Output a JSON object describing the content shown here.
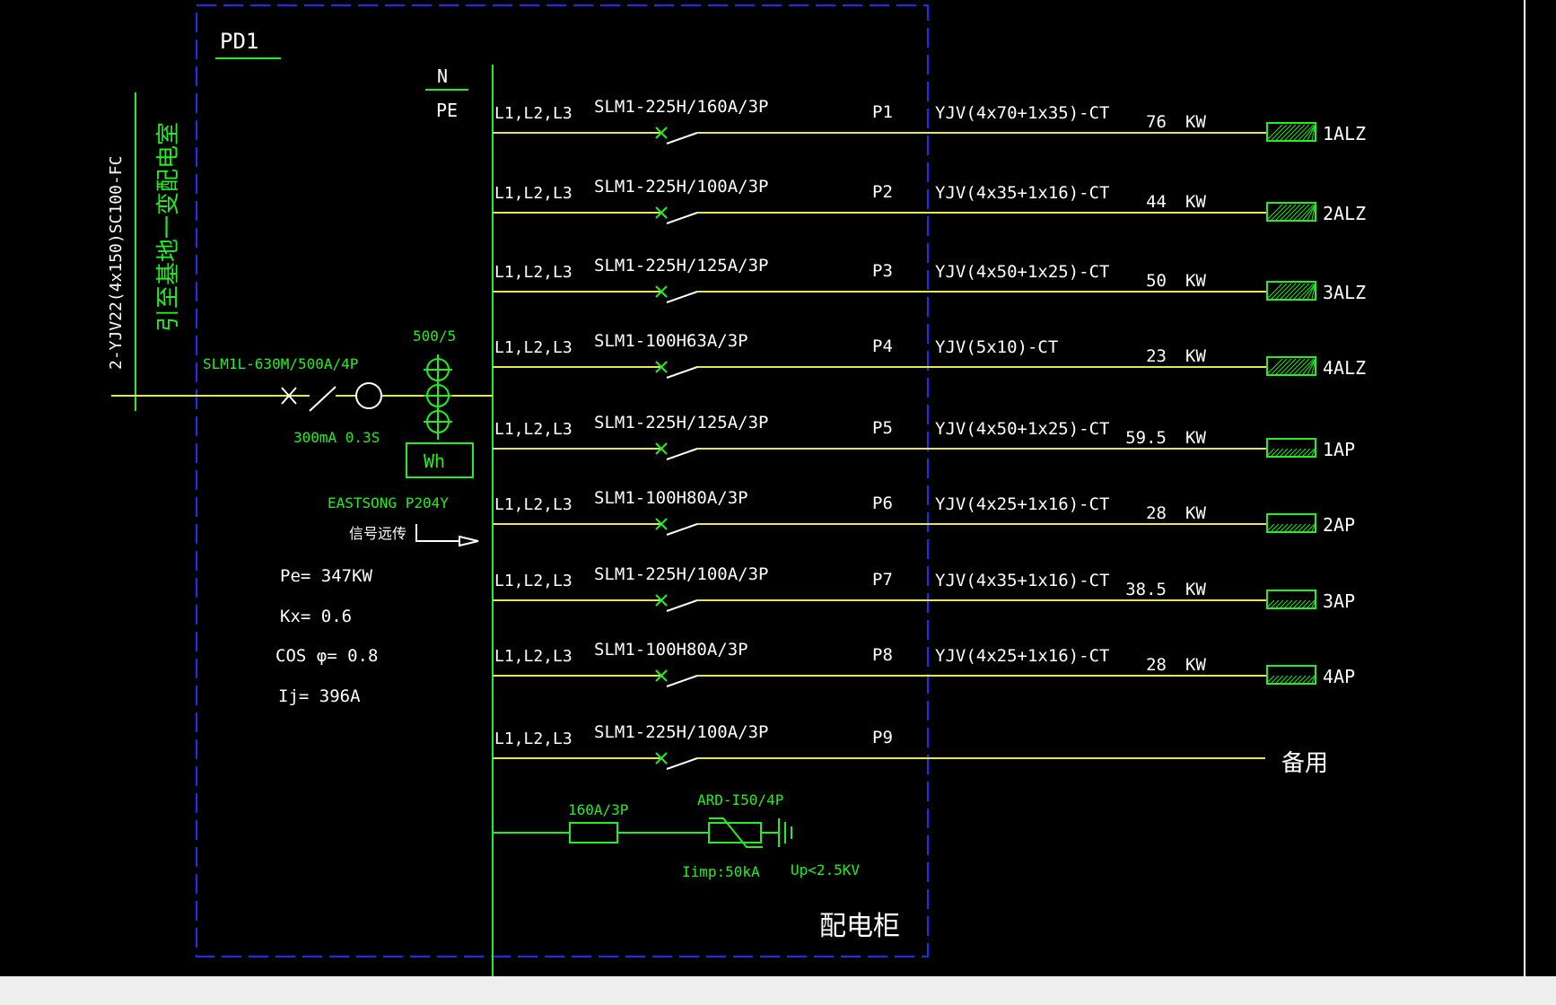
{
  "colors": {
    "background": "#000000",
    "wire": "#e6e650",
    "green": "#22ee22",
    "text": "#ffffff",
    "frame": "#1e2cff"
  },
  "panel": {
    "name": "PD1",
    "footer": "配电柜",
    "n_label": "N",
    "pe_label": "PE"
  },
  "incoming": {
    "cable": "2-YJV22(4x150)SC100-FC",
    "note": "引至基地一变配电室",
    "breaker": "SLM1L-630M/500A/4P",
    "rcd": "300mA 0.3S",
    "ct_ratio": "500/5",
    "meter": "Wh",
    "meter_model": "EASTSONG P204Y",
    "signal": "信号远传"
  },
  "parameters": {
    "pe": "Pe= 347KW",
    "kx": "Kx= 0.6",
    "cos": "COS φ= 0.8",
    "ij": "Ij= 396A"
  },
  "phase_label": "L1,L2,L3",
  "circuits": [
    {
      "breaker": "SLM1-225H/160A/3P",
      "id": "P1",
      "cable": "YJV(4x70+1x35)-CT",
      "power": "76",
      "unit": "KW",
      "load": "1ALZ"
    },
    {
      "breaker": "SLM1-225H/100A/3P",
      "id": "P2",
      "cable": "YJV(4x35+1x16)-CT",
      "power": "44",
      "unit": "KW",
      "load": "2ALZ"
    },
    {
      "breaker": "SLM1-225H/125A/3P",
      "id": "P3",
      "cable": "YJV(4x50+1x25)-CT",
      "power": "50",
      "unit": "KW",
      "load": "3ALZ"
    },
    {
      "breaker": "SLM1-100H63A/3P",
      "id": "P4",
      "cable": "YJV(5x10)-CT",
      "power": "23",
      "unit": "KW",
      "load": "4ALZ"
    },
    {
      "breaker": "SLM1-225H/125A/3P",
      "id": "P5",
      "cable": "YJV(4x50+1x25)-CT",
      "power": "59.5",
      "unit": "KW",
      "load": "1AP"
    },
    {
      "breaker": "SLM1-100H80A/3P",
      "id": "P6",
      "cable": "YJV(4x25+1x16)-CT",
      "power": "28",
      "unit": "KW",
      "load": "2AP"
    },
    {
      "breaker": "SLM1-225H/100A/3P",
      "id": "P7",
      "cable": "YJV(4x35+1x16)-CT",
      "power": "38.5",
      "unit": "KW",
      "load": "3AP"
    },
    {
      "breaker": "SLM1-100H80A/3P",
      "id": "P8",
      "cable": "YJV(4x25+1x16)-CT",
      "power": "28",
      "unit": "KW",
      "load": "4AP"
    },
    {
      "breaker": "SLM1-225H/100A/3P",
      "id": "P9",
      "cable": "",
      "power": "",
      "unit": "",
      "load": "备用"
    }
  ],
  "spd": {
    "fuse": "160A/3P",
    "model": "ARD-I50/4P",
    "iimp": "Iimp:50kA",
    "up": "Up<2.5KV"
  }
}
